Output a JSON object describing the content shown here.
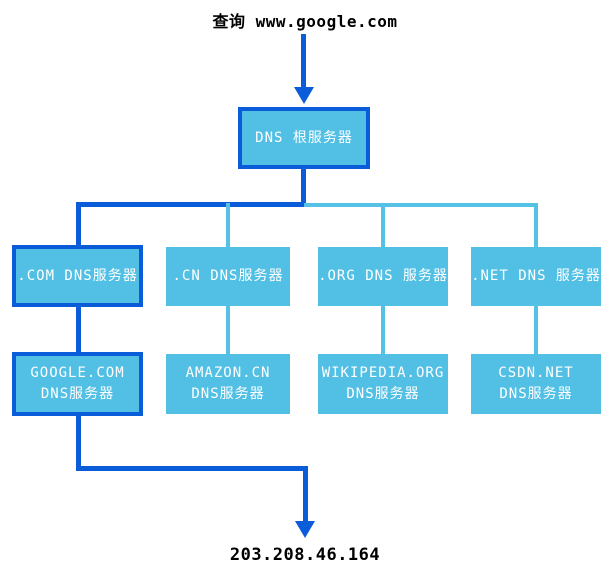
{
  "colors": {
    "highlight": "#0a5cd9",
    "node_fill": "#52bfe4",
    "connector": "#55c1e4",
    "node_text": "#ffffff",
    "label_text": "#000000"
  },
  "query": {
    "label": "查询 www.google.com"
  },
  "result": {
    "ip": "203.208.46.164"
  },
  "nodes": {
    "root": {
      "label": "DNS 根服务器"
    },
    "tld": [
      {
        "label": ".COM DNS服务器",
        "highlighted": true
      },
      {
        "label": ".CN DNS服务器",
        "highlighted": false
      },
      {
        "label": ".ORG DNS 服务器",
        "highlighted": false
      },
      {
        "label": ".NET DNS 服务器",
        "highlighted": false
      }
    ],
    "authoritative": [
      {
        "line1": "GOOGLE.COM",
        "line2": "DNS服务器",
        "highlighted": true
      },
      {
        "line1": "AMAZON.CN",
        "line2": "DNS服务器",
        "highlighted": false
      },
      {
        "line1": "WIKIPEDIA.ORG",
        "line2": "DNS服务器",
        "highlighted": false
      },
      {
        "line1": "CSDN.NET",
        "line2": "DNS服务器",
        "highlighted": false
      }
    ]
  }
}
